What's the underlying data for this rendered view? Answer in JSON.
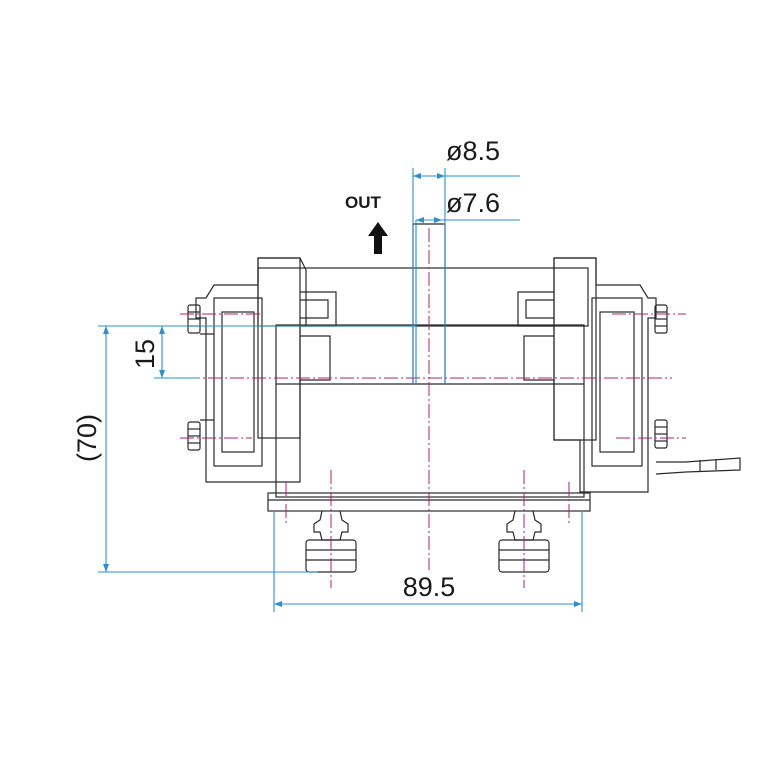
{
  "drawing": {
    "dimensions": {
      "outer_diameter": "ø8.5",
      "inner_diameter": "ø7.6",
      "height_ref": "(70)",
      "offset": "15",
      "width": "89.5"
    },
    "flow_label": "OUT",
    "colors": {
      "outline": "#2a2a2a",
      "dimension": "#2b8fd0",
      "centerline": "#b0206a"
    }
  }
}
